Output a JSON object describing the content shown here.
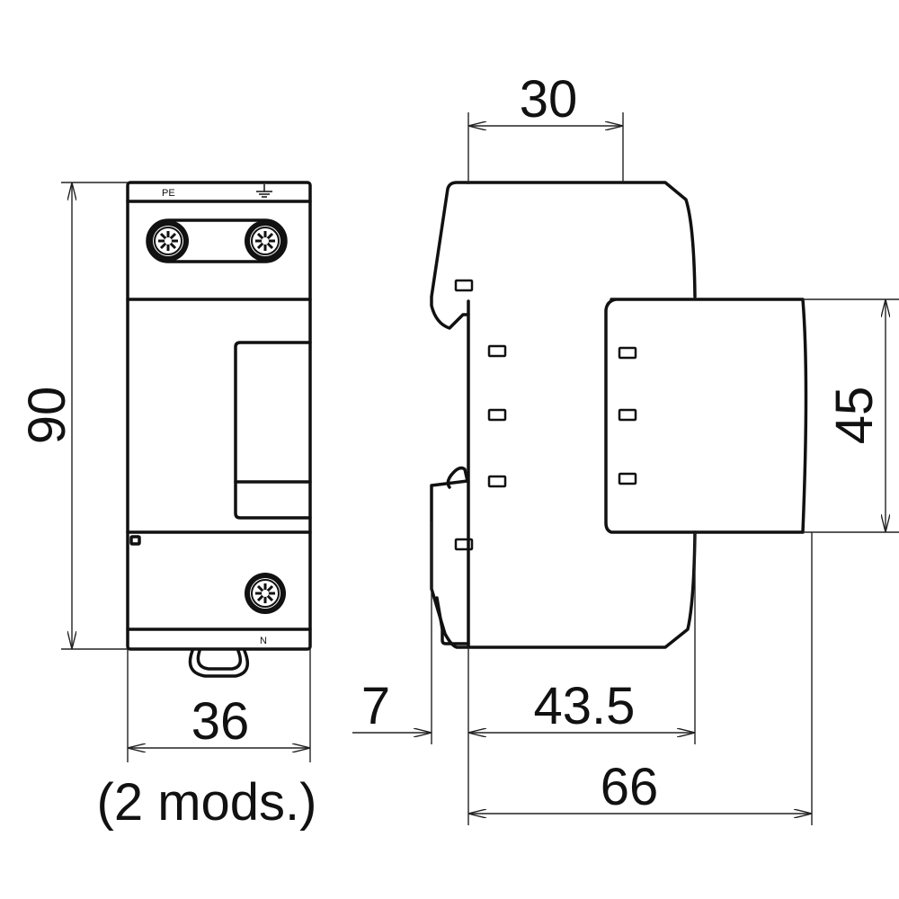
{
  "front_view": {
    "label_pe": "PE",
    "label_n": "N",
    "dim_height": "90",
    "dim_width": "36",
    "modules_note": "(2 mods.)"
  },
  "side_view": {
    "dim_top": "30",
    "dim_plug_height": "45",
    "dim_rail_offset": "7",
    "dim_body_depth": "43.5",
    "dim_total_depth": "66"
  }
}
